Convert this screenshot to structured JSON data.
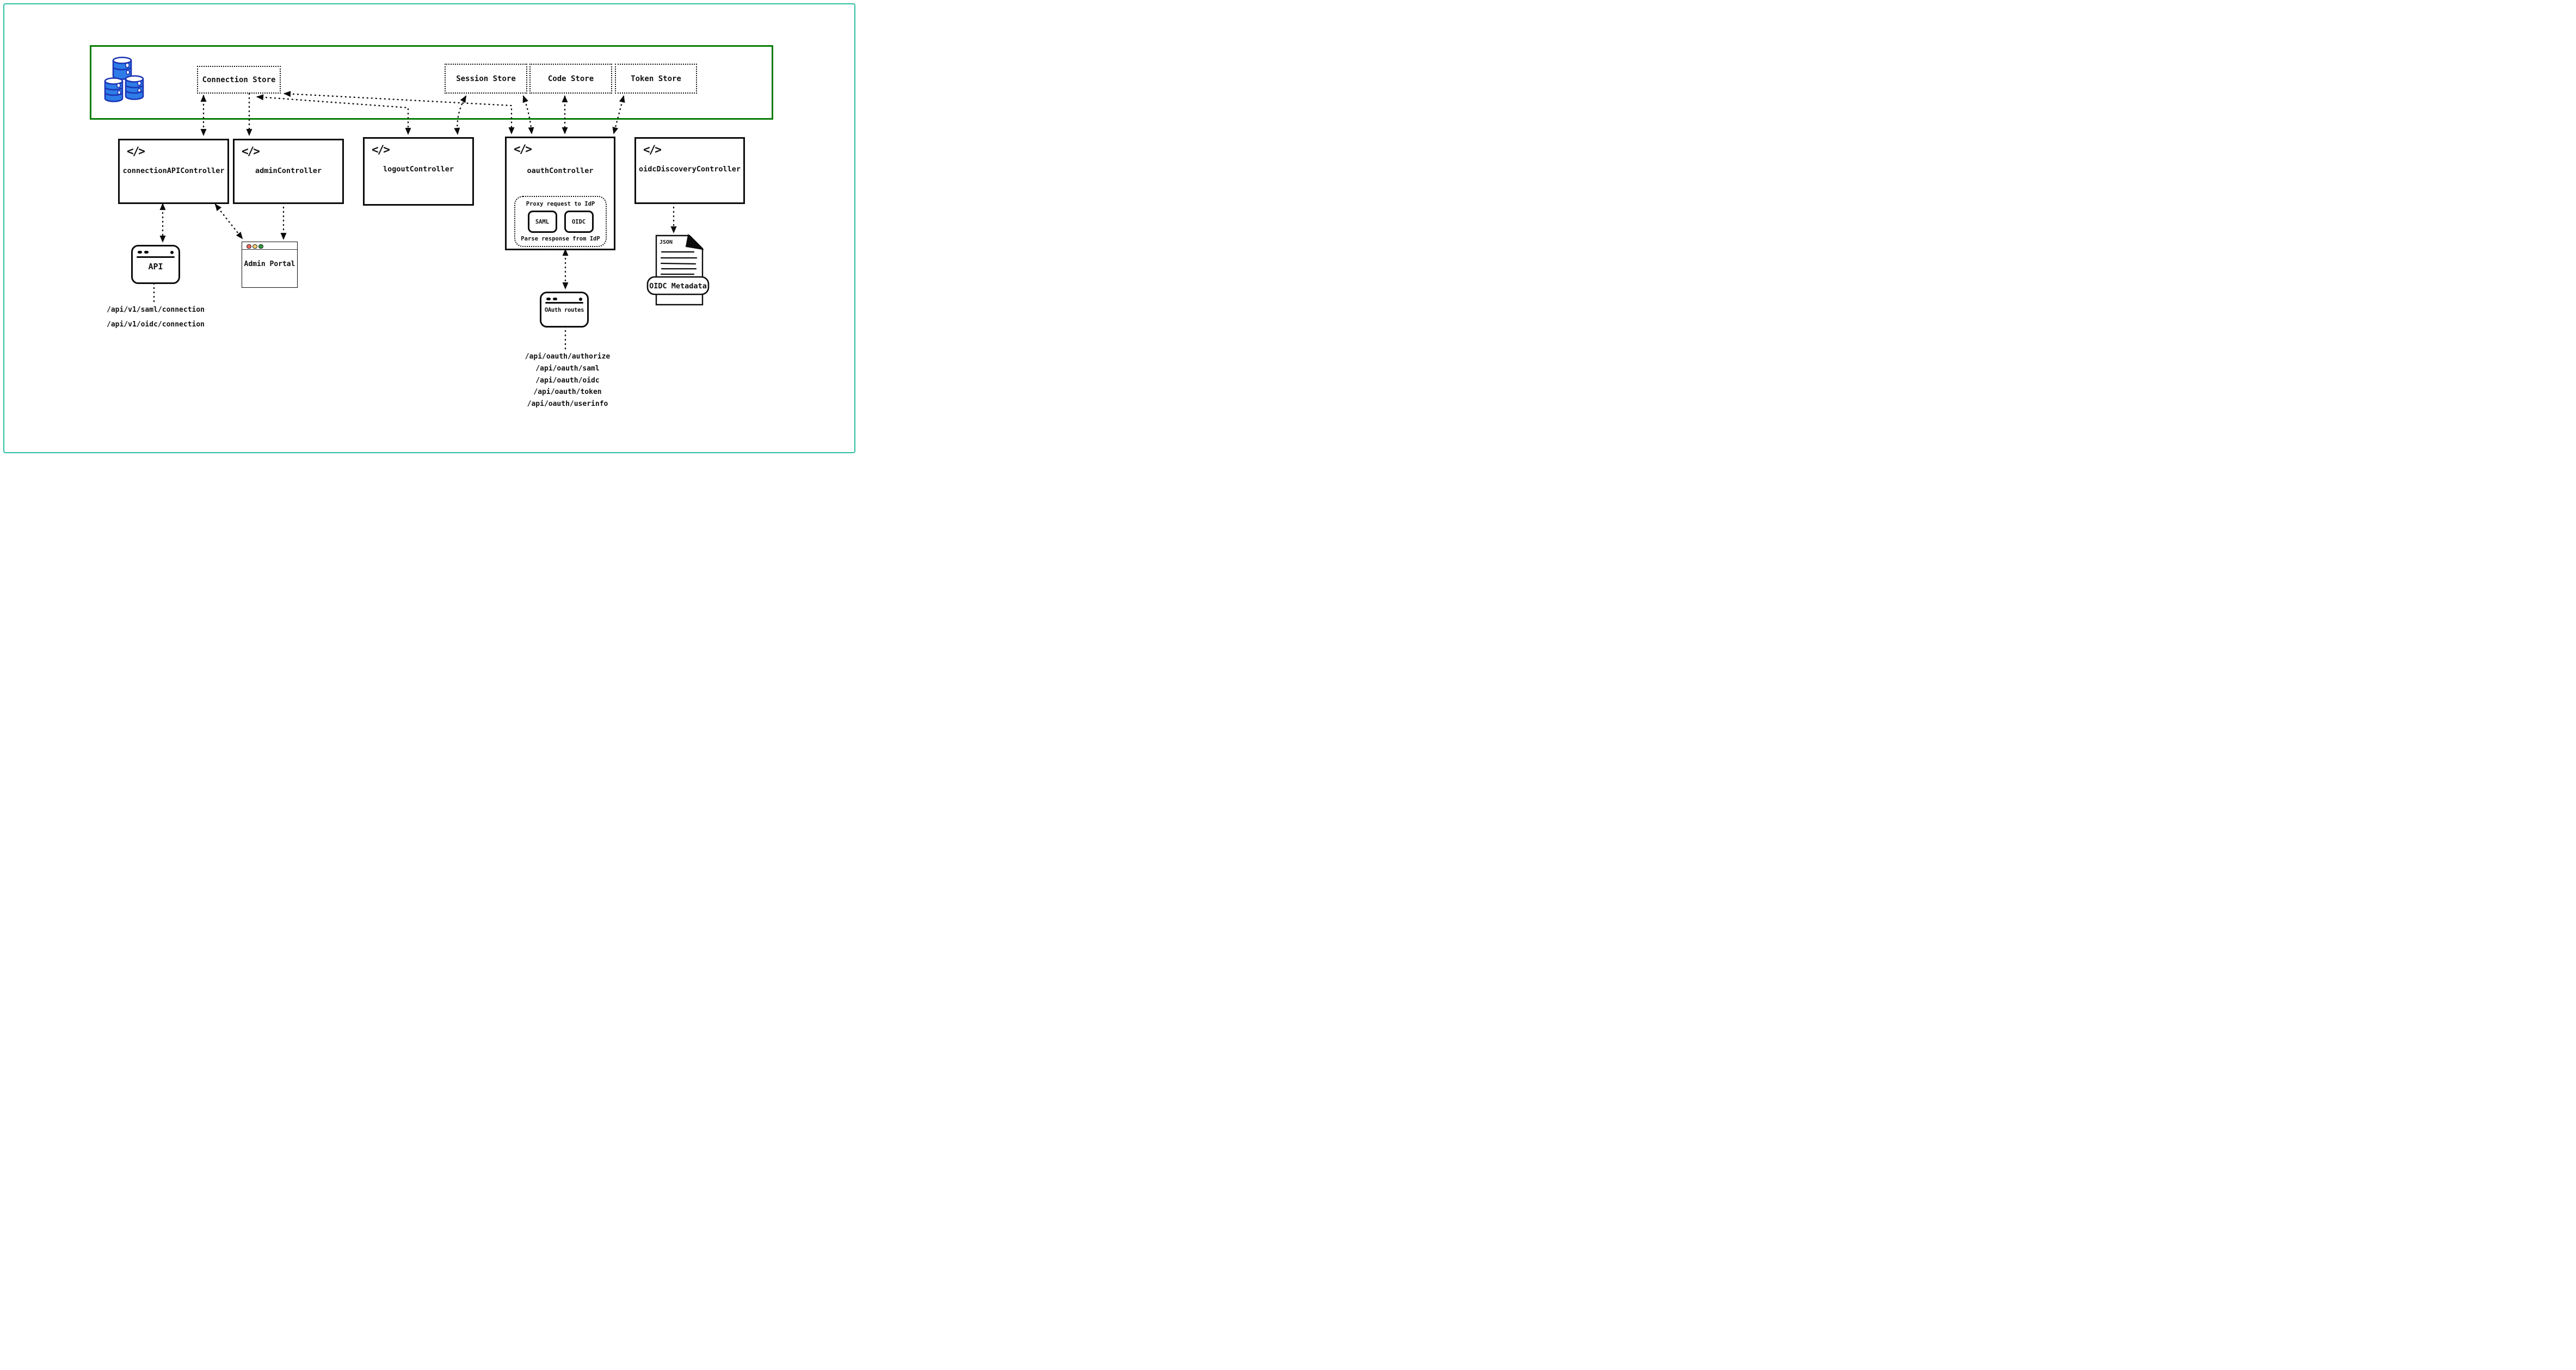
{
  "stores": {
    "connection": "Connection Store",
    "session": "Session Store",
    "code": "Code Store",
    "token": "Token Store"
  },
  "controllers": {
    "code_icon": "</>",
    "connection_api": "connectionAPIController",
    "admin": "adminController",
    "logout": "logoutController",
    "oauth": "oauthController",
    "oidc_discovery": "oidcDiscoveryController"
  },
  "oauth_proxy": {
    "proxy_label": "Proxy request to IdP",
    "parse_label": "Parse response from IdP",
    "protocols": [
      "SAML",
      "OIDC"
    ]
  },
  "clients": {
    "api": {
      "label": "API",
      "routes": [
        "/api/v1/saml/connection",
        "/api/v1/oidc/connection"
      ]
    },
    "admin_portal": {
      "label": "Admin Portal"
    },
    "oauth_routes": {
      "label": "OAuth routes",
      "routes": [
        "/api/oauth/authorize",
        "/api/oauth/saml",
        "/api/oauth/oidc",
        "/api/oauth/token",
        "/api/oauth/userinfo"
      ]
    },
    "oidc_metadata": {
      "file_type": "JSON",
      "banner": "OIDC Metadata"
    }
  },
  "colors": {
    "frame_teal": "#2dbfa0",
    "band_green": "#077d07",
    "database_blue": "#2e7ce8",
    "database_outline": "#1d35b5",
    "traffic_red": "#f4655f",
    "traffic_yellow": "#f5cf6e",
    "traffic_green": "#2a9b3a"
  }
}
